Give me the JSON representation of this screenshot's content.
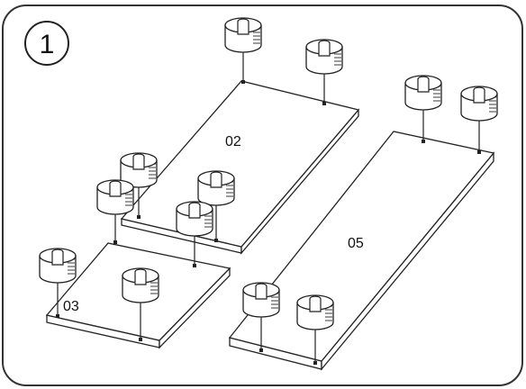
{
  "step": {
    "number": "1"
  },
  "panels": [
    {
      "label": "02"
    },
    {
      "label": "03"
    },
    {
      "label": "05"
    }
  ]
}
